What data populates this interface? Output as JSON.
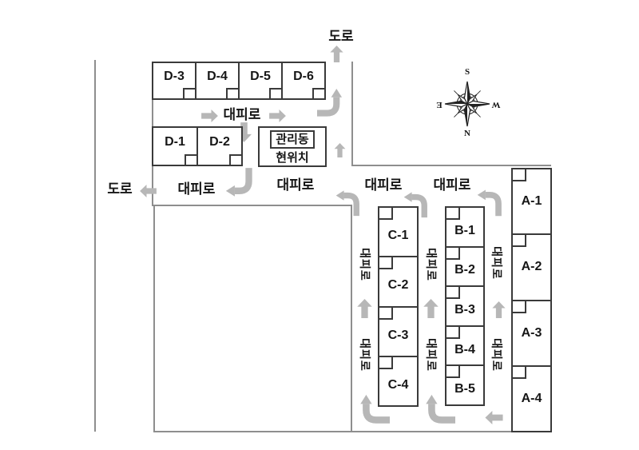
{
  "colors": {
    "wall": "#8e8e8e",
    "unit": "#3a3a3a",
    "arrow": "#b7b7b7",
    "text": "#161616"
  },
  "labels": {
    "road": "도로",
    "evac": "대피로"
  },
  "management": {
    "name": "관리동",
    "current": "현위치"
  },
  "compass": {
    "top": "S",
    "bottom": "N",
    "left": "E",
    "right": "W"
  },
  "buildings": {
    "d_top": [
      "D-3",
      "D-4",
      "D-5",
      "D-6"
    ],
    "d_bottom": [
      "D-1",
      "D-2"
    ],
    "c": [
      "C-1",
      "C-2",
      "C-3",
      "C-4"
    ],
    "b": [
      "B-1",
      "B-2",
      "B-3",
      "B-4",
      "B-5"
    ],
    "a": [
      "A-1",
      "A-2",
      "A-3",
      "A-4"
    ]
  }
}
